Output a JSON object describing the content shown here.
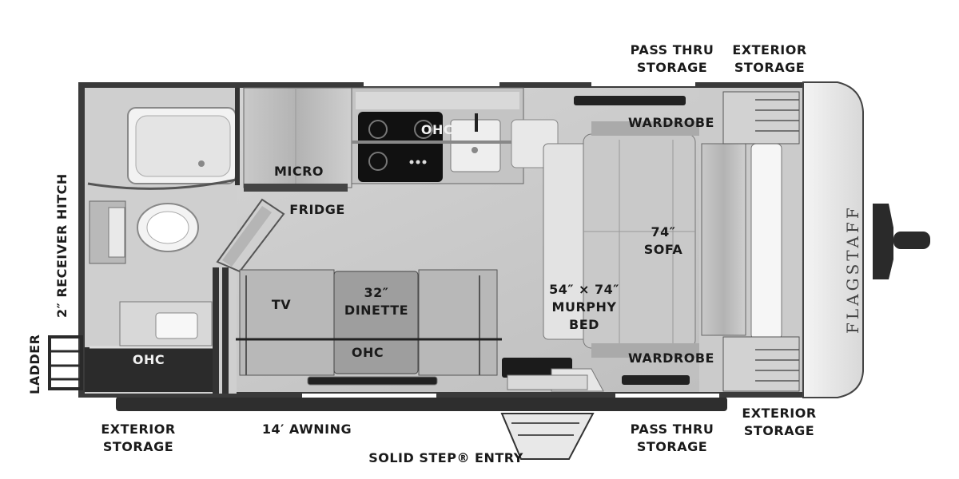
{
  "brand": "FLAGSTAFF",
  "labels": {
    "pass_thru_storage_top": [
      "PASS THRU",
      "STORAGE"
    ],
    "exterior_storage_top": [
      "EXTERIOR",
      "STORAGE"
    ],
    "ohc_kitchen": "OHC",
    "wardrobe_top": "WARDROBE",
    "micro": "MICRO",
    "fridge": "FRIDGE",
    "receiver_hitch": "2″ RECEIVER HITCH",
    "sofa": [
      "74″",
      "SOFA"
    ],
    "tv": "TV",
    "dinette": [
      "32″",
      "DINETTE"
    ],
    "murphy_bed": [
      "54″ × 74″",
      "MURPHY",
      "BED"
    ],
    "ohc_bath": "OHC",
    "ohc_dinette": "OHC",
    "wardrobe_bottom": "WARDROBE",
    "ladder": "LADDER",
    "exterior_storage_bottom_left": [
      "EXTERIOR",
      "STORAGE"
    ],
    "awning": "14′ AWNING",
    "pass_thru_storage_bottom": [
      "PASS THRU",
      "STORAGE"
    ],
    "exterior_storage_bottom_right": [
      "EXTERIOR",
      "STORAGE"
    ],
    "entry": "SOLID STEP® ENTRY"
  }
}
